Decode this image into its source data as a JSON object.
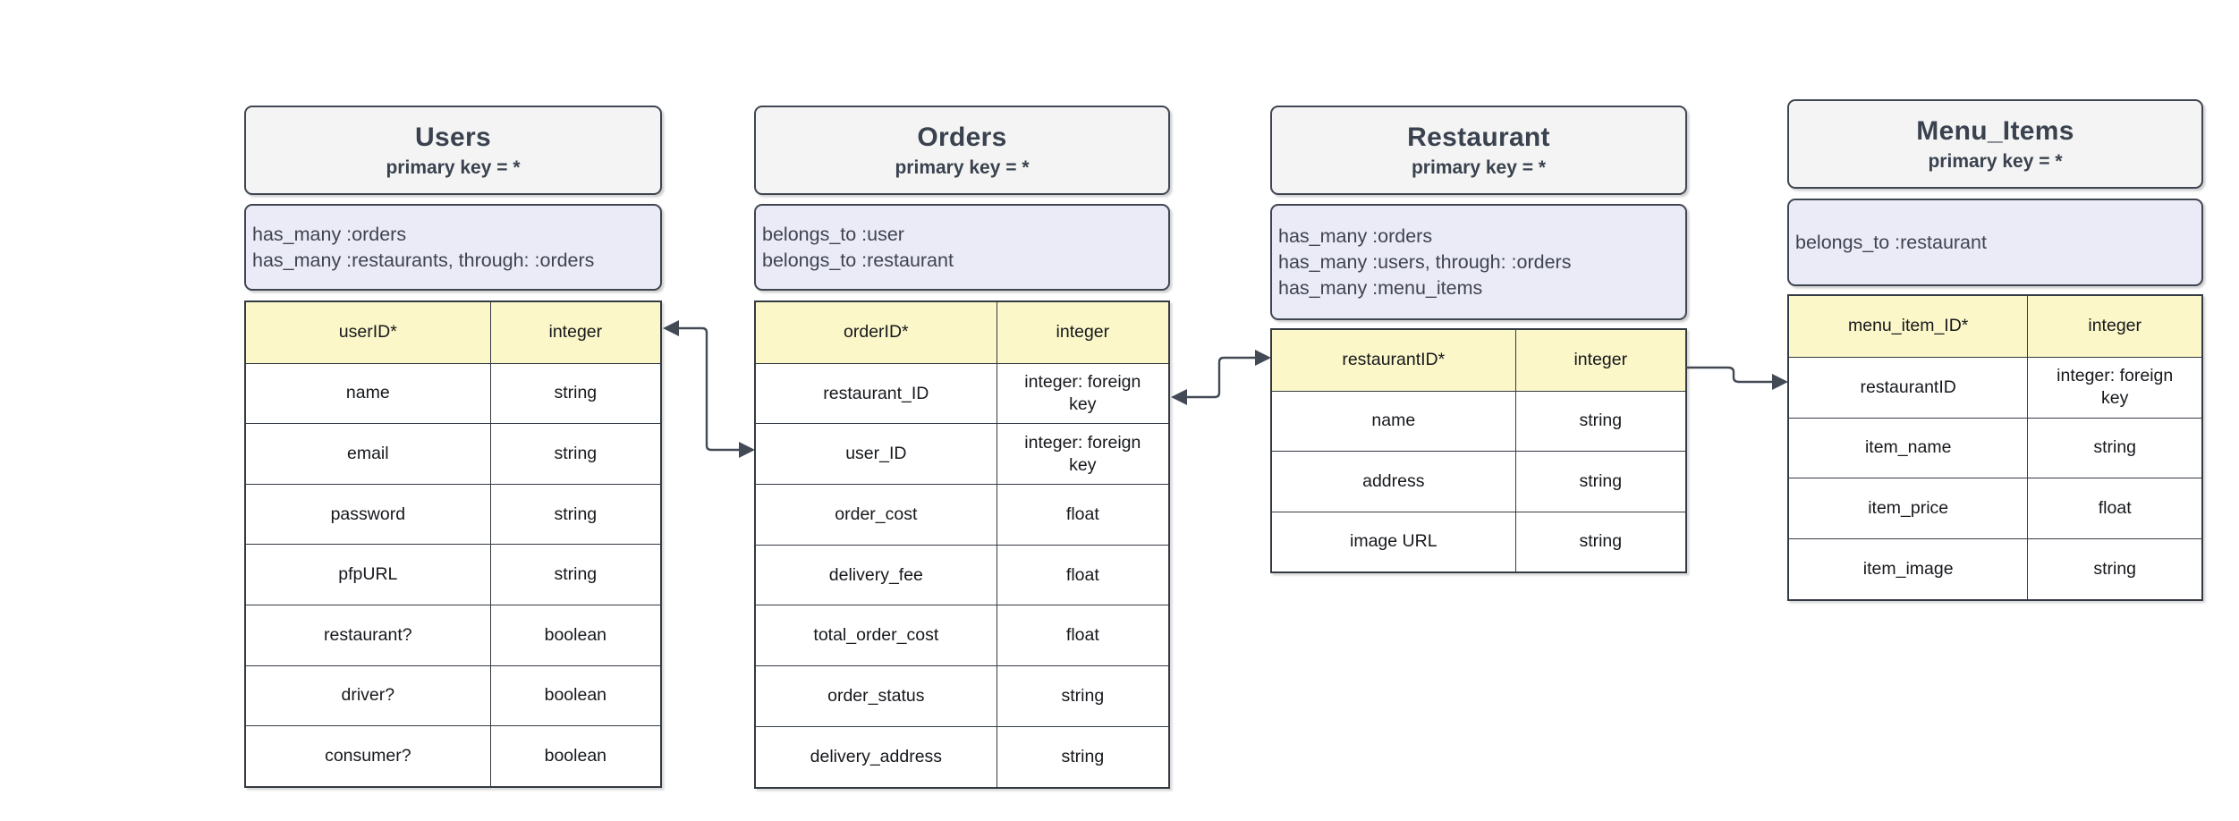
{
  "diagram": {
    "background": "#ffffff",
    "colors": {
      "background": "#ffffff",
      "header_fill": "#f4f4f4",
      "relationship_fill": "#ebebf8",
      "primary_row_fill": "#fbf7c8",
      "row_fill": "#ffffff",
      "box_border": "#3f4651",
      "table_border": "#343a43",
      "title_text": "#39424e",
      "relationship_text": "#3f4450",
      "cell_text": "#16181c",
      "connector": "#434a56"
    },
    "entities": [
      {
        "name": "Users",
        "subtitle": "primary key = *",
        "relationships": [
          "has_many :orders",
          "has_many :restaurants, through: :orders"
        ],
        "fields": [
          {
            "name": "userID*",
            "type": "integer",
            "primary": true
          },
          {
            "name": "name",
            "type": "string"
          },
          {
            "name": "email",
            "type": "string"
          },
          {
            "name": "password",
            "type": "string"
          },
          {
            "name": "pfpURL",
            "type": "string"
          },
          {
            "name": "restaurant?",
            "type": "boolean"
          },
          {
            "name": "driver?",
            "type": "boolean"
          },
          {
            "name": "consumer?",
            "type": "boolean"
          }
        ]
      },
      {
        "name": "Orders",
        "subtitle": "primary key = *",
        "relationships": [
          "belongs_to :user",
          "belongs_to :restaurant"
        ],
        "fields": [
          {
            "name": "orderID*",
            "type": "integer",
            "primary": true
          },
          {
            "name": "restaurant_ID",
            "type": "integer: foreign key"
          },
          {
            "name": "user_ID",
            "type": "integer: foreign key"
          },
          {
            "name": "order_cost",
            "type": "float"
          },
          {
            "name": "delivery_fee",
            "type": "float"
          },
          {
            "name": "total_order_cost",
            "type": "float"
          },
          {
            "name": "order_status",
            "type": "string"
          },
          {
            "name": "delivery_address",
            "type": "string"
          }
        ]
      },
      {
        "name": "Restaurant",
        "subtitle": "primary key = *",
        "relationships": [
          "has_many :orders",
          "has_many :users, through: :orders",
          "has_many :menu_items"
        ],
        "fields": [
          {
            "name": "restaurantID*",
            "type": "integer",
            "primary": true
          },
          {
            "name": "name",
            "type": "string"
          },
          {
            "name": "address",
            "type": "string"
          },
          {
            "name": "image URL",
            "type": "string"
          }
        ]
      },
      {
        "name": "Menu_Items",
        "subtitle": "primary key = *",
        "relationships": [
          "belongs_to :restaurant"
        ],
        "fields": [
          {
            "name": "menu_item_ID*",
            "type": "integer",
            "primary": true
          },
          {
            "name": "restaurantID",
            "type": "integer: foreign key"
          },
          {
            "name": "item_name",
            "type": "string"
          },
          {
            "name": "item_price",
            "type": "float"
          },
          {
            "name": "item_image",
            "type": "string"
          }
        ]
      }
    ],
    "connections": [
      {
        "from": "Users.userID*",
        "to": "Orders.user_ID",
        "arrows": "both"
      },
      {
        "from": "Orders.restaurant_ID",
        "to": "Restaurant.restaurantID*",
        "arrows": "both"
      },
      {
        "from": "Restaurant.restaurantID*",
        "to": "Menu_Items.restaurantID",
        "arrows": "end"
      }
    ]
  }
}
